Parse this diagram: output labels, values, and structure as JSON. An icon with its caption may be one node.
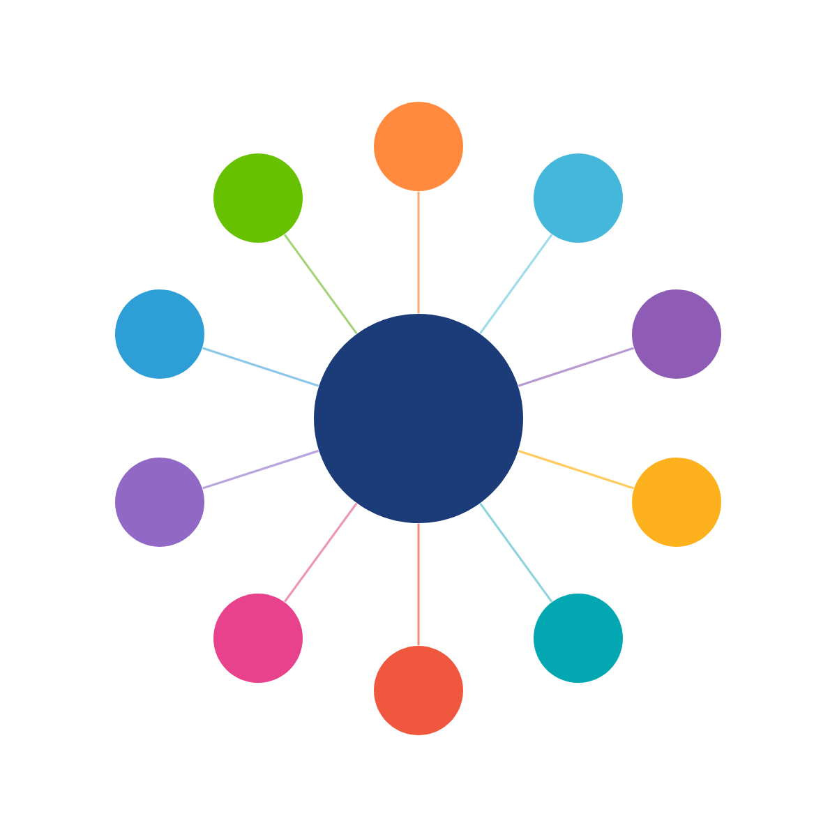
{
  "diagram": {
    "nodes": [
      {
        "text": [],
        "shape": "circle"
      },
      {
        "text": [],
        "shape": "circle"
      },
      {
        "text": [],
        "shape": "circle"
      },
      {
        "text": [],
        "shape": "circle"
      },
      {
        "text": [],
        "shape": "circle"
      },
      {
        "text": [],
        "shape": "circle"
      },
      {
        "text": [],
        "shape": "circle"
      },
      {
        "text": [],
        "shape": "circle"
      },
      {
        "text": [],
        "shape": "circle"
      },
      {
        "text": [],
        "shape": "circle"
      },
      {
        "text": [],
        "shape": "circle"
      }
    ],
    "edges": [
      {
        "from": 5,
        "to": 0,
        "arrow": "none",
        "color": "#f7ae7e"
      },
      {
        "from": 5,
        "to": 1,
        "arrow": "none",
        "color": "#a6d27a"
      },
      {
        "from": 5,
        "to": 2,
        "arrow": "none",
        "color": "#9fdcec"
      },
      {
        "from": 5,
        "to": 3,
        "arrow": "none",
        "color": "#8cc6e8"
      },
      {
        "from": 5,
        "to": 4,
        "arrow": "none",
        "color": "#b89ad0"
      },
      {
        "from": 5,
        "to": 6,
        "arrow": "none",
        "color": "#b9a6de"
      },
      {
        "from": 5,
        "to": 7,
        "arrow": "none",
        "color": "#ffcb5e"
      },
      {
        "from": 5,
        "to": 8,
        "arrow": "none",
        "color": "#ee96b8"
      },
      {
        "from": 5,
        "to": 9,
        "arrow": "none",
        "color": "#8fd3dc"
      },
      {
        "from": 5,
        "to": 10,
        "arrow": "none",
        "color": "#f0907f"
      }
    ]
  }
}
